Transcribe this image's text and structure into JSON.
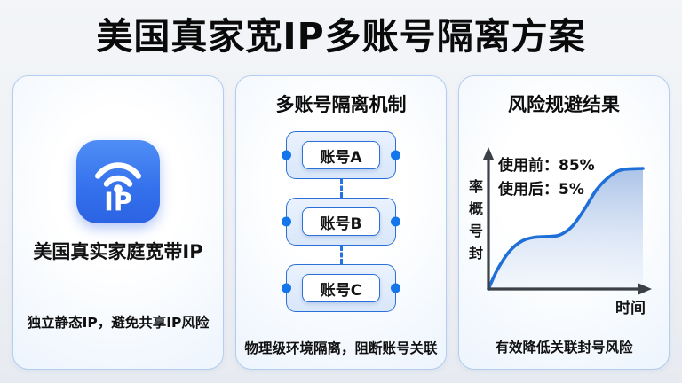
{
  "page": {
    "title": "美国真家宽IP多账号隔离方案"
  },
  "left_panel": {
    "icon": {
      "name": "ip-wifi-app-icon",
      "label": "IP"
    },
    "heading": "美国真实家庭宽带IP",
    "caption": "独立静态IP，避免共享IP风险"
  },
  "middle_panel": {
    "heading": "多账号隔离机制",
    "accounts": [
      {
        "label": "账号A"
      },
      {
        "label": "账号B"
      },
      {
        "label": "账号C"
      }
    ],
    "caption": "物理级环境隔离，阻断账号关联"
  },
  "right_panel": {
    "heading": "风险规避结果",
    "caption": "有效降低关联封号风险"
  },
  "chart_data": {
    "type": "area",
    "title": "风险规避结果",
    "xlabel": "时间",
    "ylabel": "率概号封",
    "annotations": [
      "使用前：85%",
      "使用后：5%"
    ],
    "series": [
      {
        "name": "封号概率",
        "x": [
          0,
          6,
          14,
          22,
          30,
          38,
          46,
          54,
          62,
          70,
          78,
          86,
          100
        ],
        "y": [
          0,
          14,
          27,
          34,
          36.5,
          37,
          38,
          44,
          56,
          70,
          79,
          84,
          85
        ]
      }
    ],
    "xlim": [
      0,
      100
    ],
    "ylim": [
      0,
      100
    ],
    "grid": false,
    "legend": "none",
    "line_color": "#1f6fd9",
    "area_fill_top": "#9db9e4",
    "area_fill_bottom": "#e9f0fa",
    "axis_color": "#3c4147"
  },
  "colors": {
    "accent_blue": "#1f6fd9",
    "node_border_blue": "#2b6fd8",
    "dot_blue": "#1476ea",
    "icon_gradient_top": "#4f8ef5",
    "icon_gradient_bottom": "#2c63e4",
    "panel_border": "#b3cdee",
    "title_black": "#0a0a0a"
  }
}
